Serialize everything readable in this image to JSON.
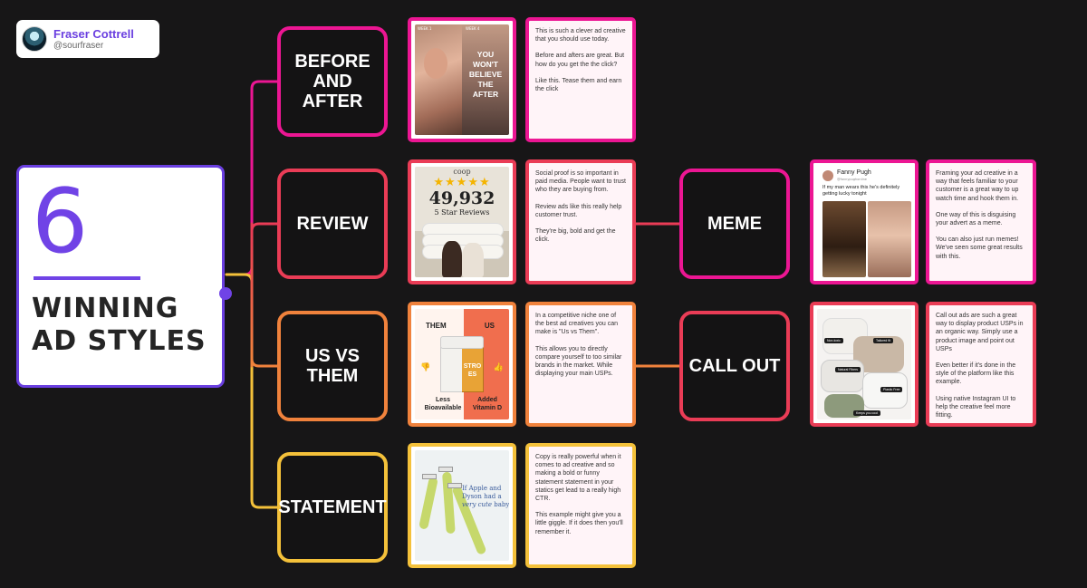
{
  "author": {
    "name": "Fraser Cottrell",
    "handle": "@sourfraser"
  },
  "title": {
    "number": "6",
    "line1": "WINNING",
    "line2": "AD STYLES"
  },
  "colors": {
    "accent": "#7043e6",
    "magenta": "#ec1693",
    "red": "#ea3c56",
    "orange": "#f0823c",
    "yellow": "#f4c13a"
  },
  "styles": [
    {
      "label": "BEFORE AND AFTER",
      "label_lines": [
        "BEFORE",
        "AND",
        "AFTER"
      ],
      "image": {
        "tag_left": "WEEK 1",
        "tag_right": "WEEK 4",
        "lines": [
          "YOU",
          "WON'T",
          "BELIEVE",
          "THE",
          "AFTER"
        ]
      },
      "text": [
        "This is such a clever ad creative that you should use today.",
        "Before and afters are great. But how do you get the the click?",
        "Like this. Tease them and earn the click"
      ]
    },
    {
      "label": "REVIEW",
      "label_lines": [
        "REVIEW"
      ],
      "image": {
        "brand": "coop",
        "stars": "★★★★★",
        "count": "49,932",
        "caption": "5 Star Reviews"
      },
      "text": [
        "Social proof is so important in paid media. People want to trust who they are buying from.",
        "Review ads like this really help customer trust.",
        "They're big, bold and get the click."
      ]
    },
    {
      "label": "US VS THEM",
      "label_lines": [
        "US VS",
        "THEM"
      ],
      "image": {
        "left_heading": "THEM",
        "right_heading": "US",
        "left_caption": "Less Bioavailable",
        "right_caption": "Added Vitamin D",
        "jar_text": "STRO ES"
      },
      "text": [
        "In a competitive niche one of the best ad creatives you can make is \"Us vs Them\".",
        "This allows you to directly compare yourself to too similar brands in the market. While displaying your main USPs."
      ]
    },
    {
      "label": "STATEMENT",
      "label_lines": [
        "STATEMENT"
      ],
      "image": {
        "caption_plain": "If Apple and Dyson had a",
        "caption_script": "very cute",
        "caption_end": "baby"
      },
      "text": [
        "Copy is really powerful when it comes to ad creative and so making a bold or funny statement statement in your statics get lead to a really high CTR.",
        "This example might give you a little giggle. If it does then you'll remember it."
      ]
    },
    {
      "label": "MEME",
      "label_lines": [
        "MEME"
      ],
      "image": {
        "name": "Fanny Pugh",
        "handle": "@fannypughonline",
        "tweet": "If my man wears this he's definitely getting lucky tonight"
      },
      "text": [
        "Framing your ad creative in a way that feels familiar to your customer is a great way to up watch time and hook them in.",
        "One way of this is disguising your advert as a meme.",
        "You can also just run memes! We've seen some great results with this."
      ]
    },
    {
      "label": "CALL OUT",
      "label_lines": [
        "CALL OUT"
      ],
      "image": {
        "callouts": [
          "Non-toxic",
          "Tailored fit",
          "Natural Fibers",
          "Plastic Free",
          "Keeps you cool"
        ]
      },
      "text": [
        "Call out ads are such a great way to display product USPs in an organic way. Simply use a product image and point out USPs",
        "Even better if it's done in the style of the platform like this example.",
        "Using native Instagram UI to help the creative feel more fitting."
      ]
    }
  ]
}
